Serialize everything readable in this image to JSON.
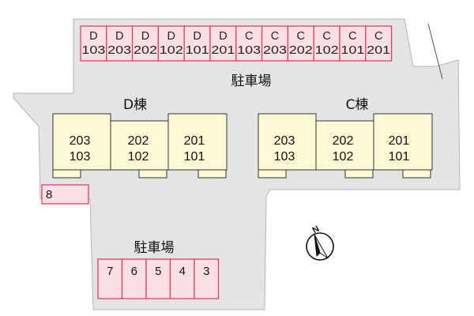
{
  "colors": {
    "lot": "#e4e4e4",
    "lot_edge": "#b5b5b5",
    "building": "#fdf9d4",
    "building_edge": "#333333",
    "space_fill": "#fde0e6",
    "space_edge": "#e0405e"
  },
  "labels": {
    "lot_north": "駐車場",
    "lot_south": "駐車場",
    "building_d": "D棟",
    "building_c": "C棟",
    "compass_letter": "N"
  },
  "buildings": {
    "d_units": [
      {
        "upper": "203",
        "lower": "103"
      },
      {
        "upper": "202",
        "lower": "102"
      },
      {
        "upper": "201",
        "lower": "101"
      }
    ],
    "c_units": [
      {
        "upper": "203",
        "lower": "103"
      },
      {
        "upper": "202",
        "lower": "102"
      },
      {
        "upper": "201",
        "lower": "101"
      }
    ]
  },
  "north_spaces": [
    {
      "top": "D",
      "bottom": "103"
    },
    {
      "top": "D",
      "bottom": "203"
    },
    {
      "top": "D",
      "bottom": "202"
    },
    {
      "top": "D",
      "bottom": "102"
    },
    {
      "top": "D",
      "bottom": "101"
    },
    {
      "top": "D",
      "bottom": "201"
    },
    {
      "top": "C",
      "bottom": "103"
    },
    {
      "top": "C",
      "bottom": "203"
    },
    {
      "top": "C",
      "bottom": "202"
    },
    {
      "top": "C",
      "bottom": "102"
    },
    {
      "top": "C",
      "bottom": "101"
    },
    {
      "top": "C",
      "bottom": "201"
    }
  ],
  "south_spaces": [
    "7",
    "6",
    "5",
    "4",
    "3"
  ],
  "west_space": "8",
  "compass": {
    "icon": "north-arrow-icon"
  }
}
